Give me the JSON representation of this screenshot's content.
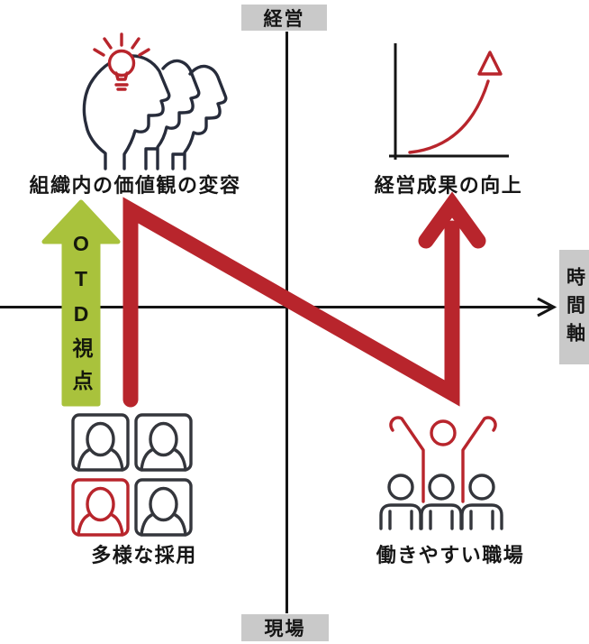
{
  "axes": {
    "top_label": "経営",
    "bottom_label": "現場",
    "right_label": "時間軸"
  },
  "otd_arrow": {
    "label": "OTD視点"
  },
  "flow_arrow": {
    "shape": "N-shaped path from 多様な採用 up to 組織内の価値観の変容, diagonally down to 働きやすい職場, then up to 経営成果の向上"
  },
  "nodes": {
    "top_left": {
      "label": "組織内の価値観の変容",
      "icon": "heads-lightbulb-icon"
    },
    "top_right": {
      "label": "経営成果の向上",
      "icon": "growth-chart-icon"
    },
    "bottom_left": {
      "label": "多様な採用",
      "icon": "people-grid-icon"
    },
    "bottom_right": {
      "label": "働きやすい職場",
      "icon": "celebration-people-icon"
    }
  },
  "colors": {
    "red": "#b8252c",
    "green": "#a9c23c",
    "label_bg": "#c9c9c9",
    "axis": "#141414",
    "icon_navy": "#272c3b",
    "icon_gray": "#34363c",
    "text": "#161616"
  }
}
